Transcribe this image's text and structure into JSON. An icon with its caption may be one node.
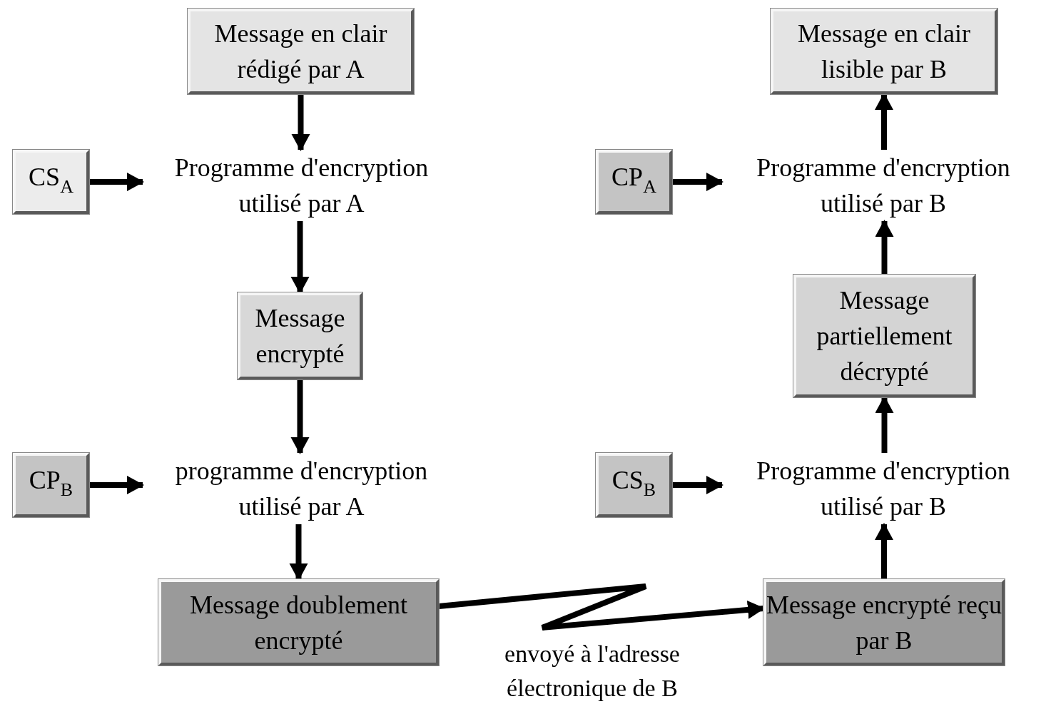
{
  "diagram": {
    "nodes": [
      {
        "text": [
          "Message en clair rédigé par A"
        ]
      },
      {
        "text": [
          "CS$_{A}$"
        ]
      },
      {
        "text": [
          "Programme d'encryption utilisé par A"
        ]
      },
      {
        "text": [
          "Message encrypté"
        ]
      },
      {
        "text": [
          "CP$_{B}$"
        ]
      },
      {
        "text": [
          "programme d'encryption utilisé par A"
        ]
      },
      {
        "text": [
          "Message doublement encrypté"
        ]
      },
      {
        "text": [
          "Message encrypté reçu par B"
        ]
      },
      {
        "text": [
          "Programme d'encryption utilisé par B"
        ]
      },
      {
        "text": [
          "CS$_{B}$"
        ]
      },
      {
        "text": [
          "Message partiellement décrypté"
        ]
      },
      {
        "text": [
          "CP$_{A}$"
        ]
      },
      {
        "text": [
          "Programme d'encryption utilisé par B"
        ]
      },
      {
        "text": [
          "Message en clair lisible par B"
        ]
      }
    ],
    "edges": [
      {
        "from": 0,
        "to": 2,
        "arrow": "to"
      },
      {
        "from": 1,
        "to": 2,
        "arrow": "to"
      },
      {
        "from": 2,
        "to": 3,
        "arrow": "to"
      },
      {
        "from": 3,
        "to": 5,
        "arrow": "to"
      },
      {
        "from": 4,
        "to": 5,
        "arrow": "to"
      },
      {
        "from": 5,
        "to": 6,
        "arrow": "to"
      },
      {
        "from": 6,
        "to": 7,
        "arrow": "to",
        "label": "envoyé à l'adresse électronique de B"
      },
      {
        "from": 7,
        "to": 8,
        "arrow": "to"
      },
      {
        "from": 9,
        "to": 8,
        "arrow": "to"
      },
      {
        "from": 8,
        "to": 10,
        "arrow": "to"
      },
      {
        "from": 10,
        "to": 12,
        "arrow": "to"
      },
      {
        "from": 11,
        "to": 12,
        "arrow": "to"
      },
      {
        "from": 12,
        "to": 13,
        "arrow": "to"
      }
    ]
  }
}
